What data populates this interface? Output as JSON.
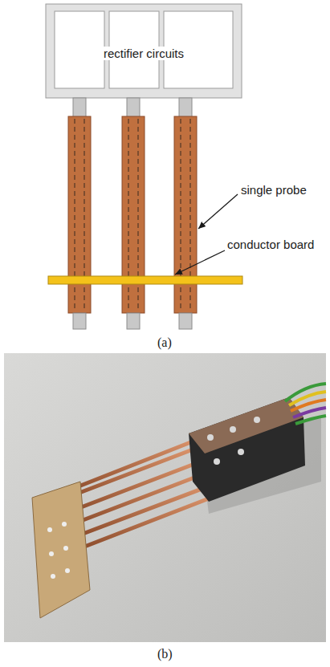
{
  "diagram": {
    "nodes": [
      {
        "text": [
          "rectifier circuits"
        ]
      }
    ],
    "labels": [
      "single probe",
      "conductor board",
      "(a)",
      "(b)"
    ]
  }
}
